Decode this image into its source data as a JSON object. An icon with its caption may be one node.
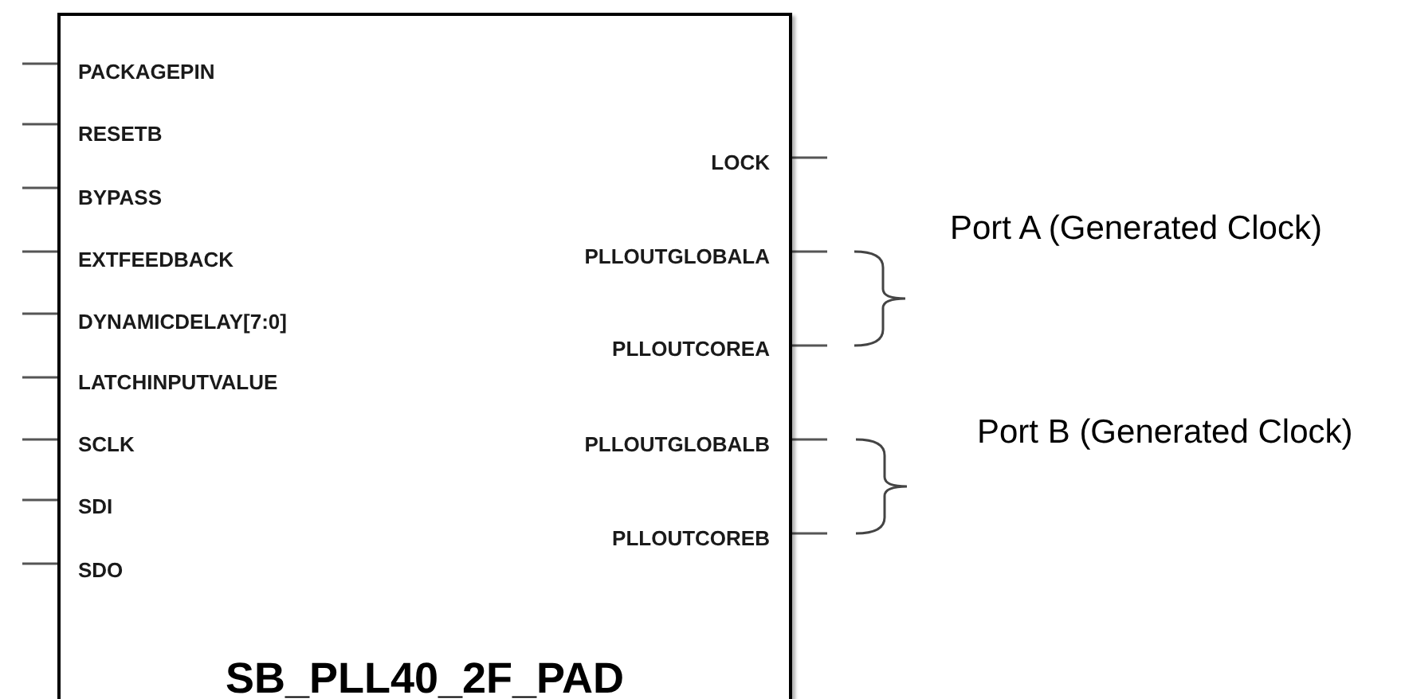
{
  "diagram": {
    "nodes": [
      {
        "text": [
          "SB_PLL40_2F_PAD"
        ]
      }
    ],
    "labels": [
      "PACKAGEPIN",
      "RESETB",
      "BYPASS",
      "EXTFEEDBACK",
      "DYNAMICDELAY[7:0]",
      "LATCHINPUTVALUE",
      "SCLK",
      "SDI",
      "SDO",
      "LOCK",
      "PLLOUTGLOBALA",
      "PLLOUTCOREA",
      "PLLOUTGLOBALB",
      "PLLOUTCOREB",
      "Port A (Generated Clock)",
      "Port B (Generated Clock)"
    ]
  }
}
